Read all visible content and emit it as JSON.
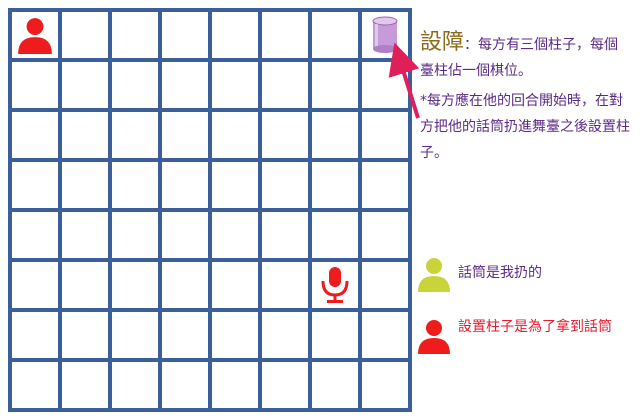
{
  "board": {
    "rows": 8,
    "cols": 8,
    "grid_color": "#3a5f9b",
    "pieces": [
      {
        "name": "red-player-piece",
        "icon": "person-icon",
        "color": "#ee1c1c",
        "row": 0,
        "col": 0
      },
      {
        "name": "pillar-piece",
        "icon": "pillar-icon",
        "color": "#c79ad8",
        "row": 0,
        "col": 7
      },
      {
        "name": "microphone-piece",
        "icon": "microphone-icon",
        "color": "#ee1c1c",
        "row": 5,
        "col": 6
      }
    ]
  },
  "rules": {
    "title": "設障",
    "title_suffix": "：每方有三個柱子，每個臺柱佔一個棋位。",
    "note": "*每方應在他的回合開始時，在對方把他的話筒扔進舞臺之後設置柱子。"
  },
  "legend": [
    {
      "icon": "person-icon",
      "color": "#c8d43a",
      "text": "話筒是我扔的",
      "text_color": "#5b2a86"
    },
    {
      "icon": "person-icon",
      "color": "#ee1c1c",
      "text": "設置柱子是為了拿到話筒",
      "text_color": "#e8192c"
    }
  ],
  "arrow_color": "#e01e5a"
}
